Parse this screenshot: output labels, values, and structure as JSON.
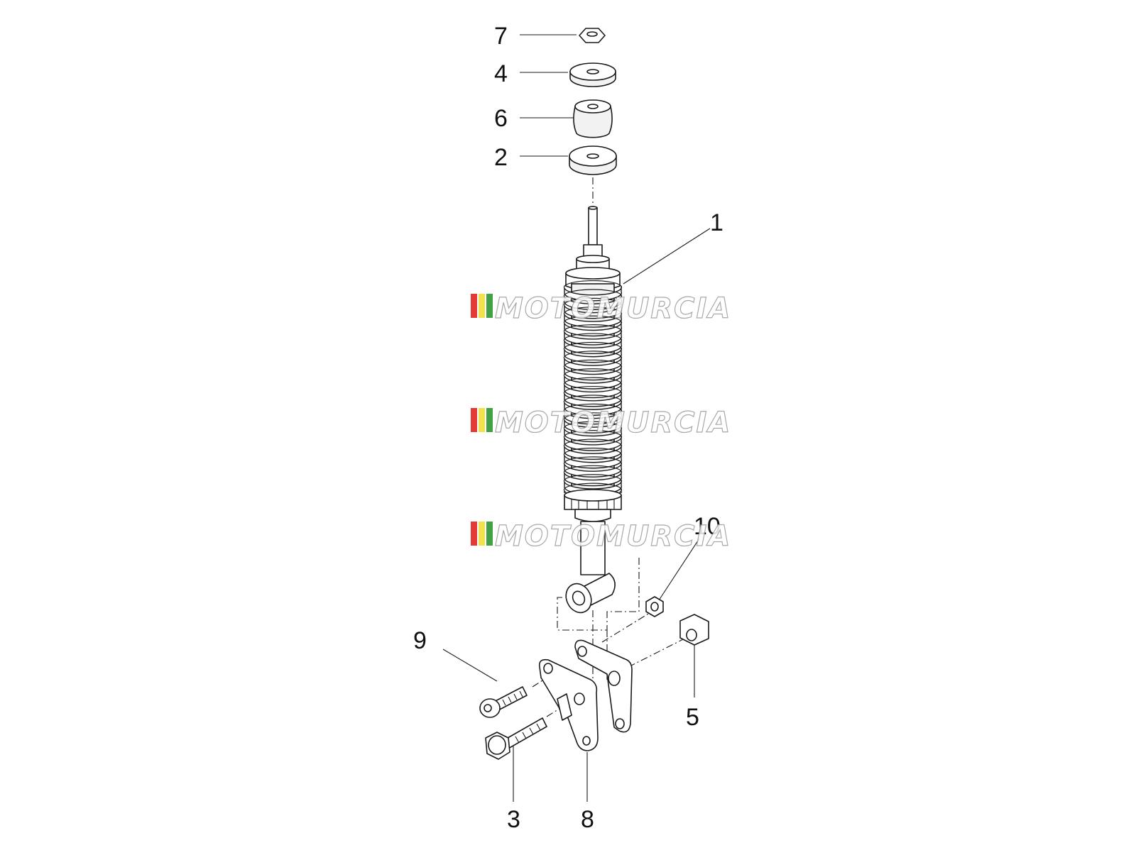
{
  "callouts": {
    "p1": "1",
    "p2": "2",
    "p3": "3",
    "p4": "4",
    "p5": "5",
    "p6": "6",
    "p7": "7",
    "p8": "8",
    "p9": "9",
    "p10": "10"
  },
  "watermark": {
    "text": "MOTOMURCIA",
    "stripe_colors": [
      "#e53935",
      "#f4e04d",
      "#43a047"
    ]
  },
  "colors": {
    "line": "#1a1a1a",
    "background": "#ffffff"
  }
}
